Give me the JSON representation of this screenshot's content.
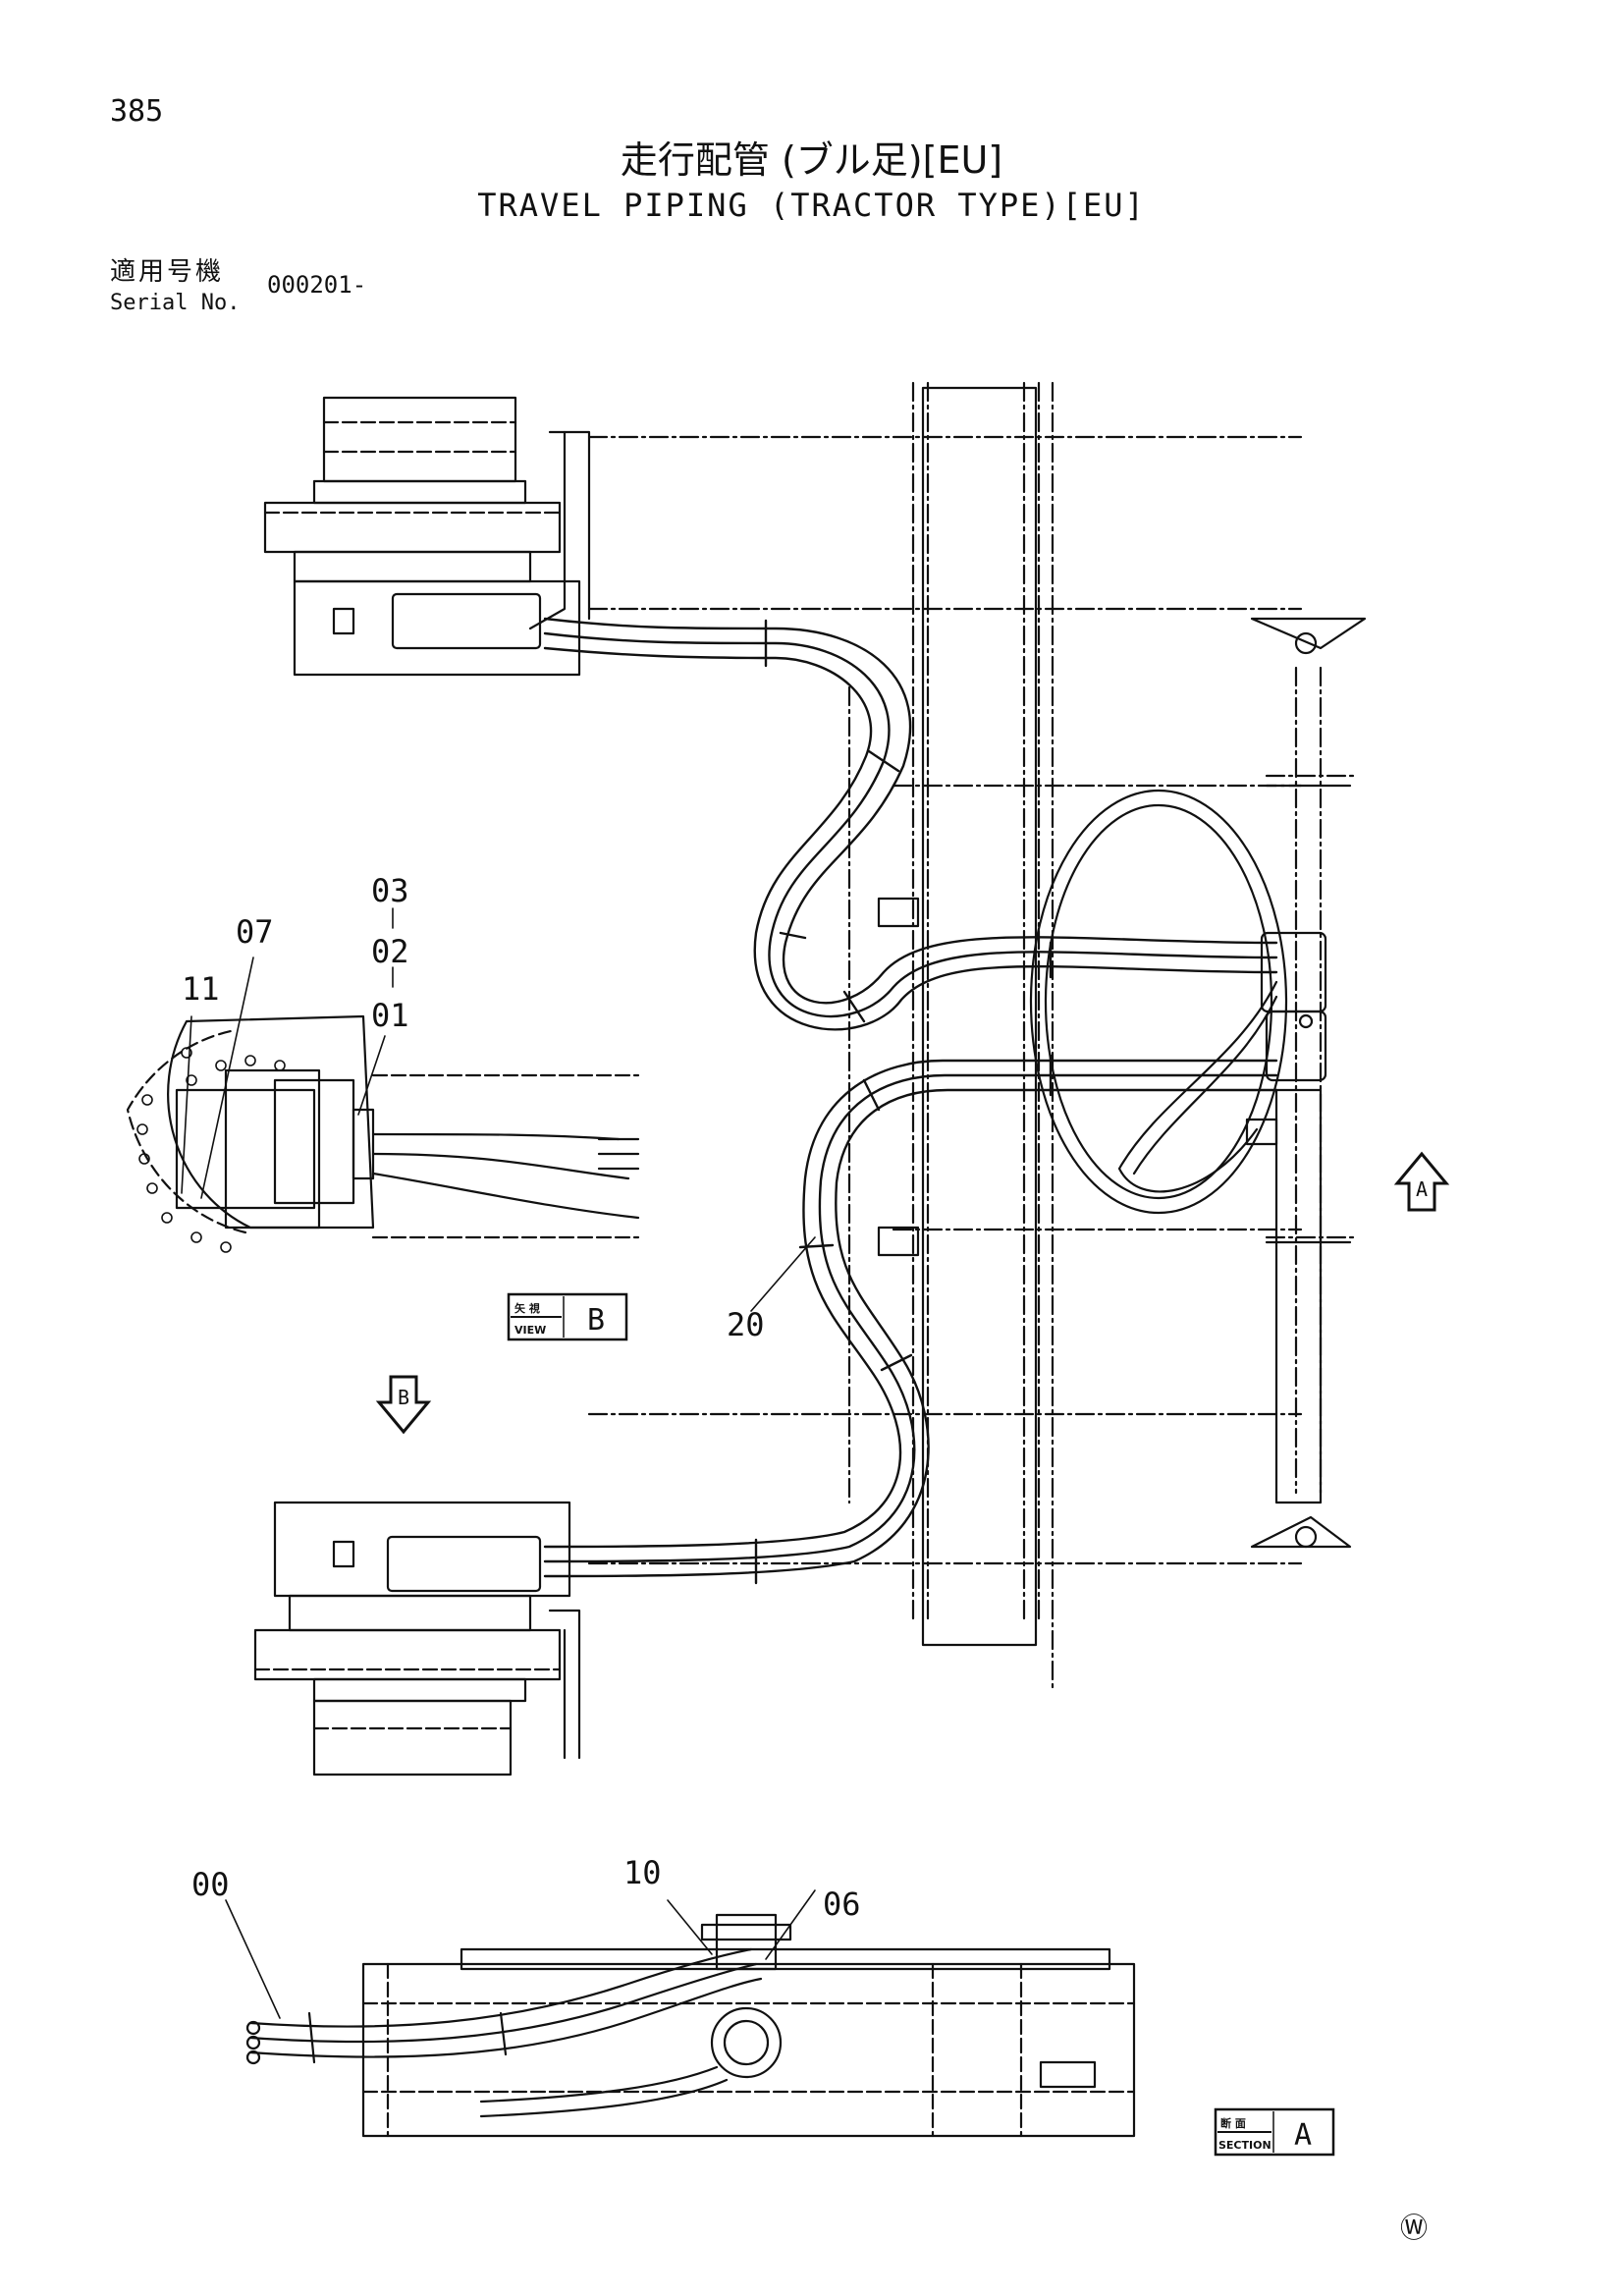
{
  "page": {
    "number": "385"
  },
  "title": {
    "japanese": "走行配管 (ブル足)[EU]",
    "english": "TRAVEL PIPING (TRACTOR TYPE)[EU]"
  },
  "serial": {
    "label_jp": "適用号機",
    "label_en": "Serial No.",
    "value": "000201-"
  },
  "callouts": [
    "03",
    "02",
    "01",
    "07",
    "11",
    "20",
    "10",
    "06",
    "00"
  ],
  "view_tags": {
    "view_b": {
      "jp": "矢 視",
      "en": "VIEW",
      "letter": "B"
    },
    "section_a": {
      "jp": "断 面",
      "en": "SECTION",
      "letter": "A"
    }
  },
  "arrow_letters": {
    "a": "A",
    "b": "B"
  },
  "footer_mark": "Ⓦ",
  "icons": [
    "view-arrow-a-icon",
    "view-arrow-b-icon",
    "manufacturer-mark-icon"
  ]
}
